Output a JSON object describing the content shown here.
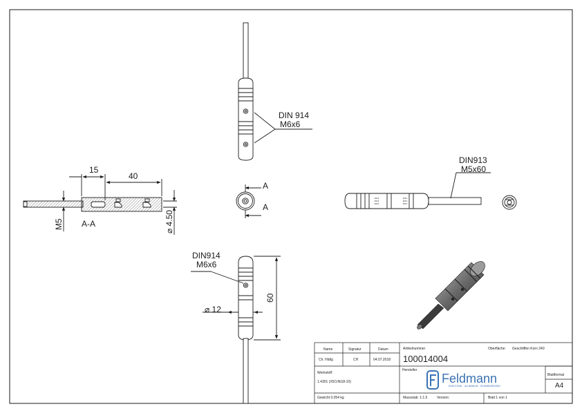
{
  "views": {
    "top": {
      "callout_line1": "DIN 914",
      "callout_line2": "M6x6"
    },
    "section": {
      "dim_15": "15",
      "dim_40": "40",
      "dim_m5": "M5",
      "section_label": "A-A",
      "dim_dia": "⌀ 4.50"
    },
    "end": {
      "section_mark_top": "A",
      "section_mark_bottom": "A"
    },
    "side": {
      "callout_line1": "DIN913",
      "callout_line2": "M5x60"
    },
    "front": {
      "callout_line1": "DIN914",
      "callout_line2": "M6x6",
      "dim_diameter": "⌀ 12",
      "dim_length": "60"
    }
  },
  "title_block": {
    "name_header": "Name",
    "signature_header": "Signatur",
    "date_header": "Datum",
    "name_value": "Ch. Häfig",
    "signature_value": "CH",
    "date_value": "04.07.2018",
    "article_label": "Artikelnummer",
    "article_number": "100014004",
    "surface_label": "Oberfläche:",
    "surface_value": "Geschliffen Korn 240",
    "material_label": "Werkstoff:",
    "material_value": "1.4301 (X5CrNi18-10)",
    "manufacturer_label": "Hersteller",
    "logo_brand": "Feldmann",
    "logo_tagline": "EDELSTAHL · ALUMINIUM · SCHMIEDEEISEN",
    "sheet_format_label": "Blattformat",
    "sheet_format_value": "A4",
    "weight": "Gewicht 0.054 kg",
    "scale": "Massstab: 1:1.5",
    "version": "Version:",
    "sheet": "Blatt 1 von 1"
  },
  "colors": {
    "line": "#1a1a1a",
    "logo": "#3a72b3",
    "steel_dark": "#4a4a4a",
    "steel_light": "#9a9a9a"
  }
}
